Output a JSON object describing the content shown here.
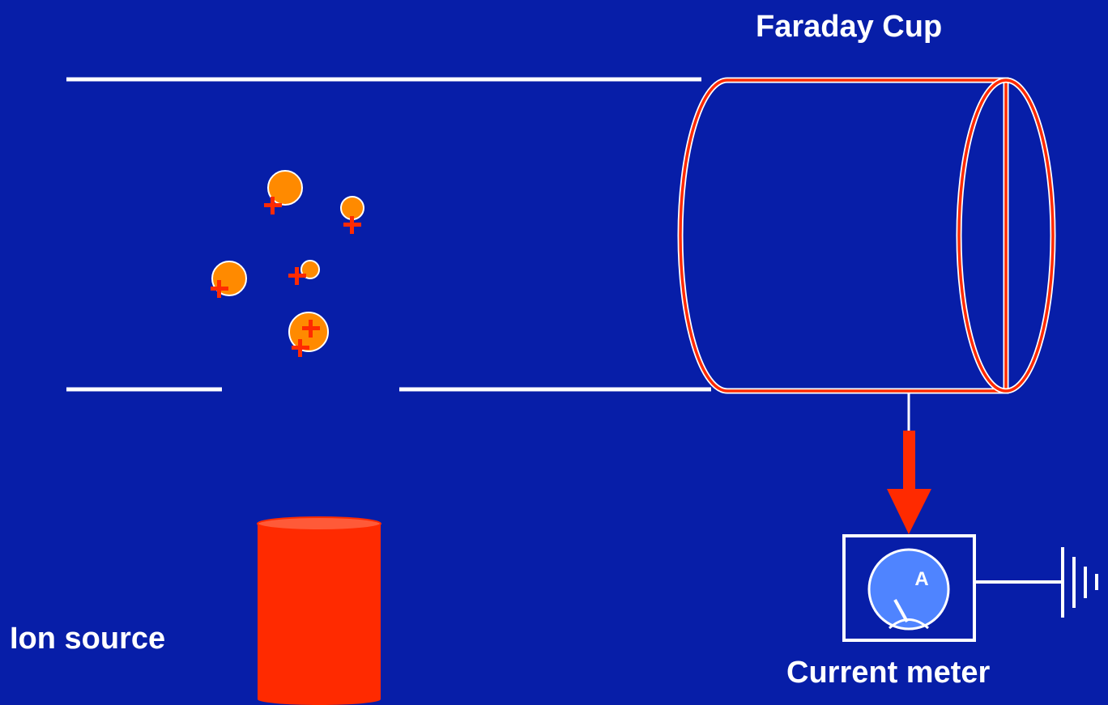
{
  "labels": {
    "faraday_cup": "Faraday Cup",
    "ion_source": "Ion source",
    "current_meter": "Current meter",
    "ammeter_symbol": "A",
    "ion_charge": "+"
  },
  "colors": {
    "background": "#071ea8",
    "ion_source": "#ff2a00",
    "cup_outline": "#ff2a00",
    "ion_fill": "#ff8a00",
    "charge_sign": "#ff2a00",
    "meter_dial": "#4f84ff",
    "line": "#ffffff"
  }
}
